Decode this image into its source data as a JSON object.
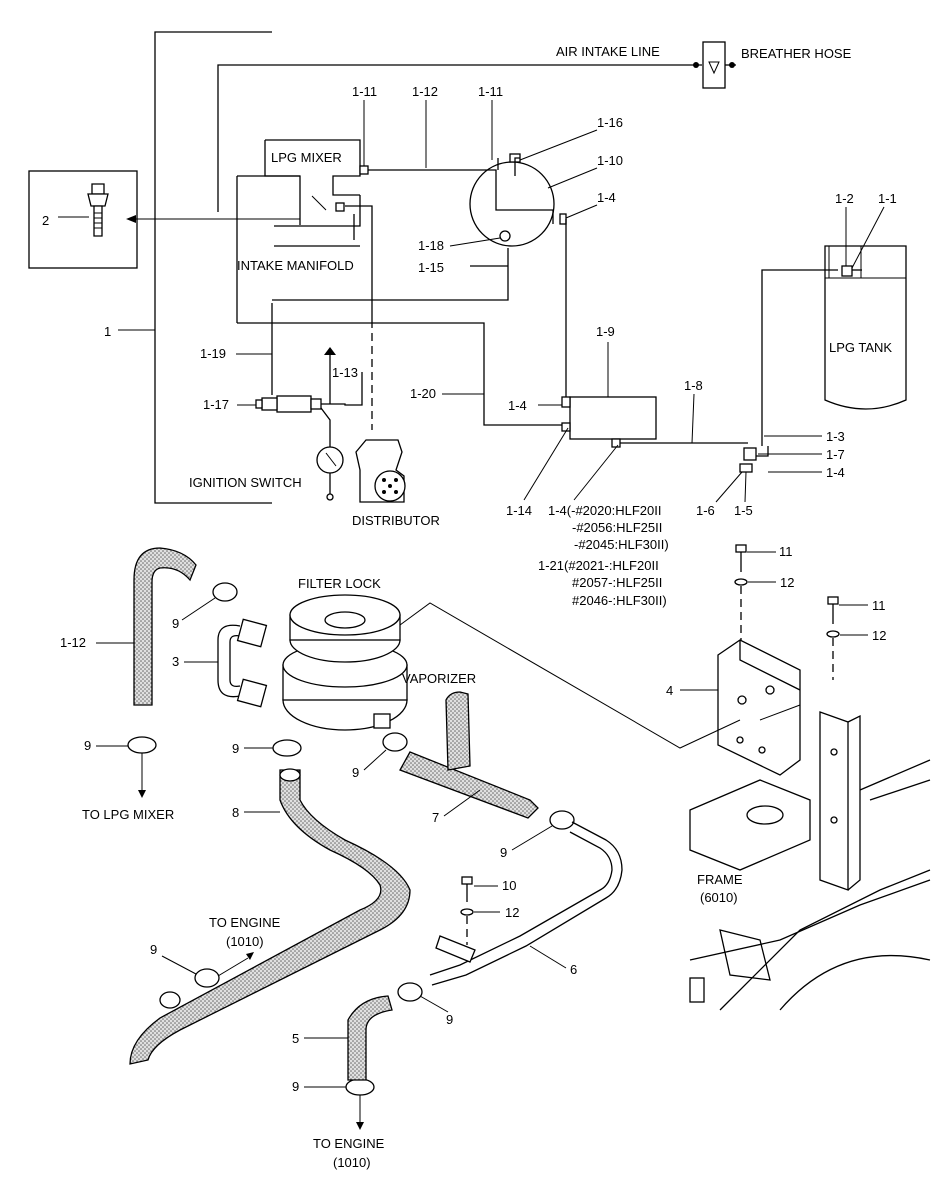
{
  "labels": {
    "air_intake_line": "AIR INTAKE LINE",
    "breather_hose": "BREATHER HOSE",
    "lpg_mixer": "LPG MIXER",
    "intake_manifold": "INTAKE MANIFOLD",
    "lpg_tank": "LPG TANK",
    "ignition_switch": "IGNITION SWITCH",
    "distributor": "DISTRIBUTOR",
    "filter_lock": "FILTER LOCK",
    "vaporizer": "VAPORIZER",
    "to_lpg_mixer": "TO LPG MIXER",
    "to_engine": "TO ENGINE",
    "to_engine_code": "(1010)",
    "frame": "FRAME",
    "frame_code": "(6010)"
  },
  "callouts": {
    "c1": "1",
    "c2": "2",
    "c1_1": "1-1",
    "c1_2": "1-2",
    "c1_3": "1-3",
    "c1_4a": "1-4",
    "c1_4b": "1-4",
    "c1_4c": "1-4",
    "c1_5": "1-5",
    "c1_6": "1-6",
    "c1_7": "1-7",
    "c1_8": "1-8",
    "c1_9": "1-9",
    "c1_10": "1-10",
    "c1_11a": "1-11",
    "c1_11b": "1-11",
    "c1_12": "1-12",
    "c1_13": "1-13",
    "c1_14": "1-14",
    "c1_15": "1-15",
    "c1_16": "1-16",
    "c1_17": "1-17",
    "c1_18": "1-18",
    "c1_19": "1-19",
    "c1_20": "1-20",
    "c1_12b": "1-12",
    "c3": "3",
    "c4": "4",
    "c5": "5",
    "c6": "6",
    "c7": "7",
    "c8": "8",
    "c9a": "9",
    "c9b": "9",
    "c9c": "9",
    "c9d": "9",
    "c9e": "9",
    "c9f": "9",
    "c9g": "9",
    "c9h": "9",
    "c10": "10",
    "c11a": "11",
    "c11b": "11",
    "c12a": "12",
    "c12b": "12",
    "c12c": "12"
  },
  "notes": {
    "n14_l1": "1-4(-#2020:HLF20II",
    "n14_l2": "-#2056:HLF25II",
    "n14_l3": "-#2045:HLF30II)",
    "n121_l1": "1-21(#2021-:HLF20II",
    "n121_l2": "#2057-:HLF25II",
    "n121_l3": "#2046-:HLF30II)"
  }
}
